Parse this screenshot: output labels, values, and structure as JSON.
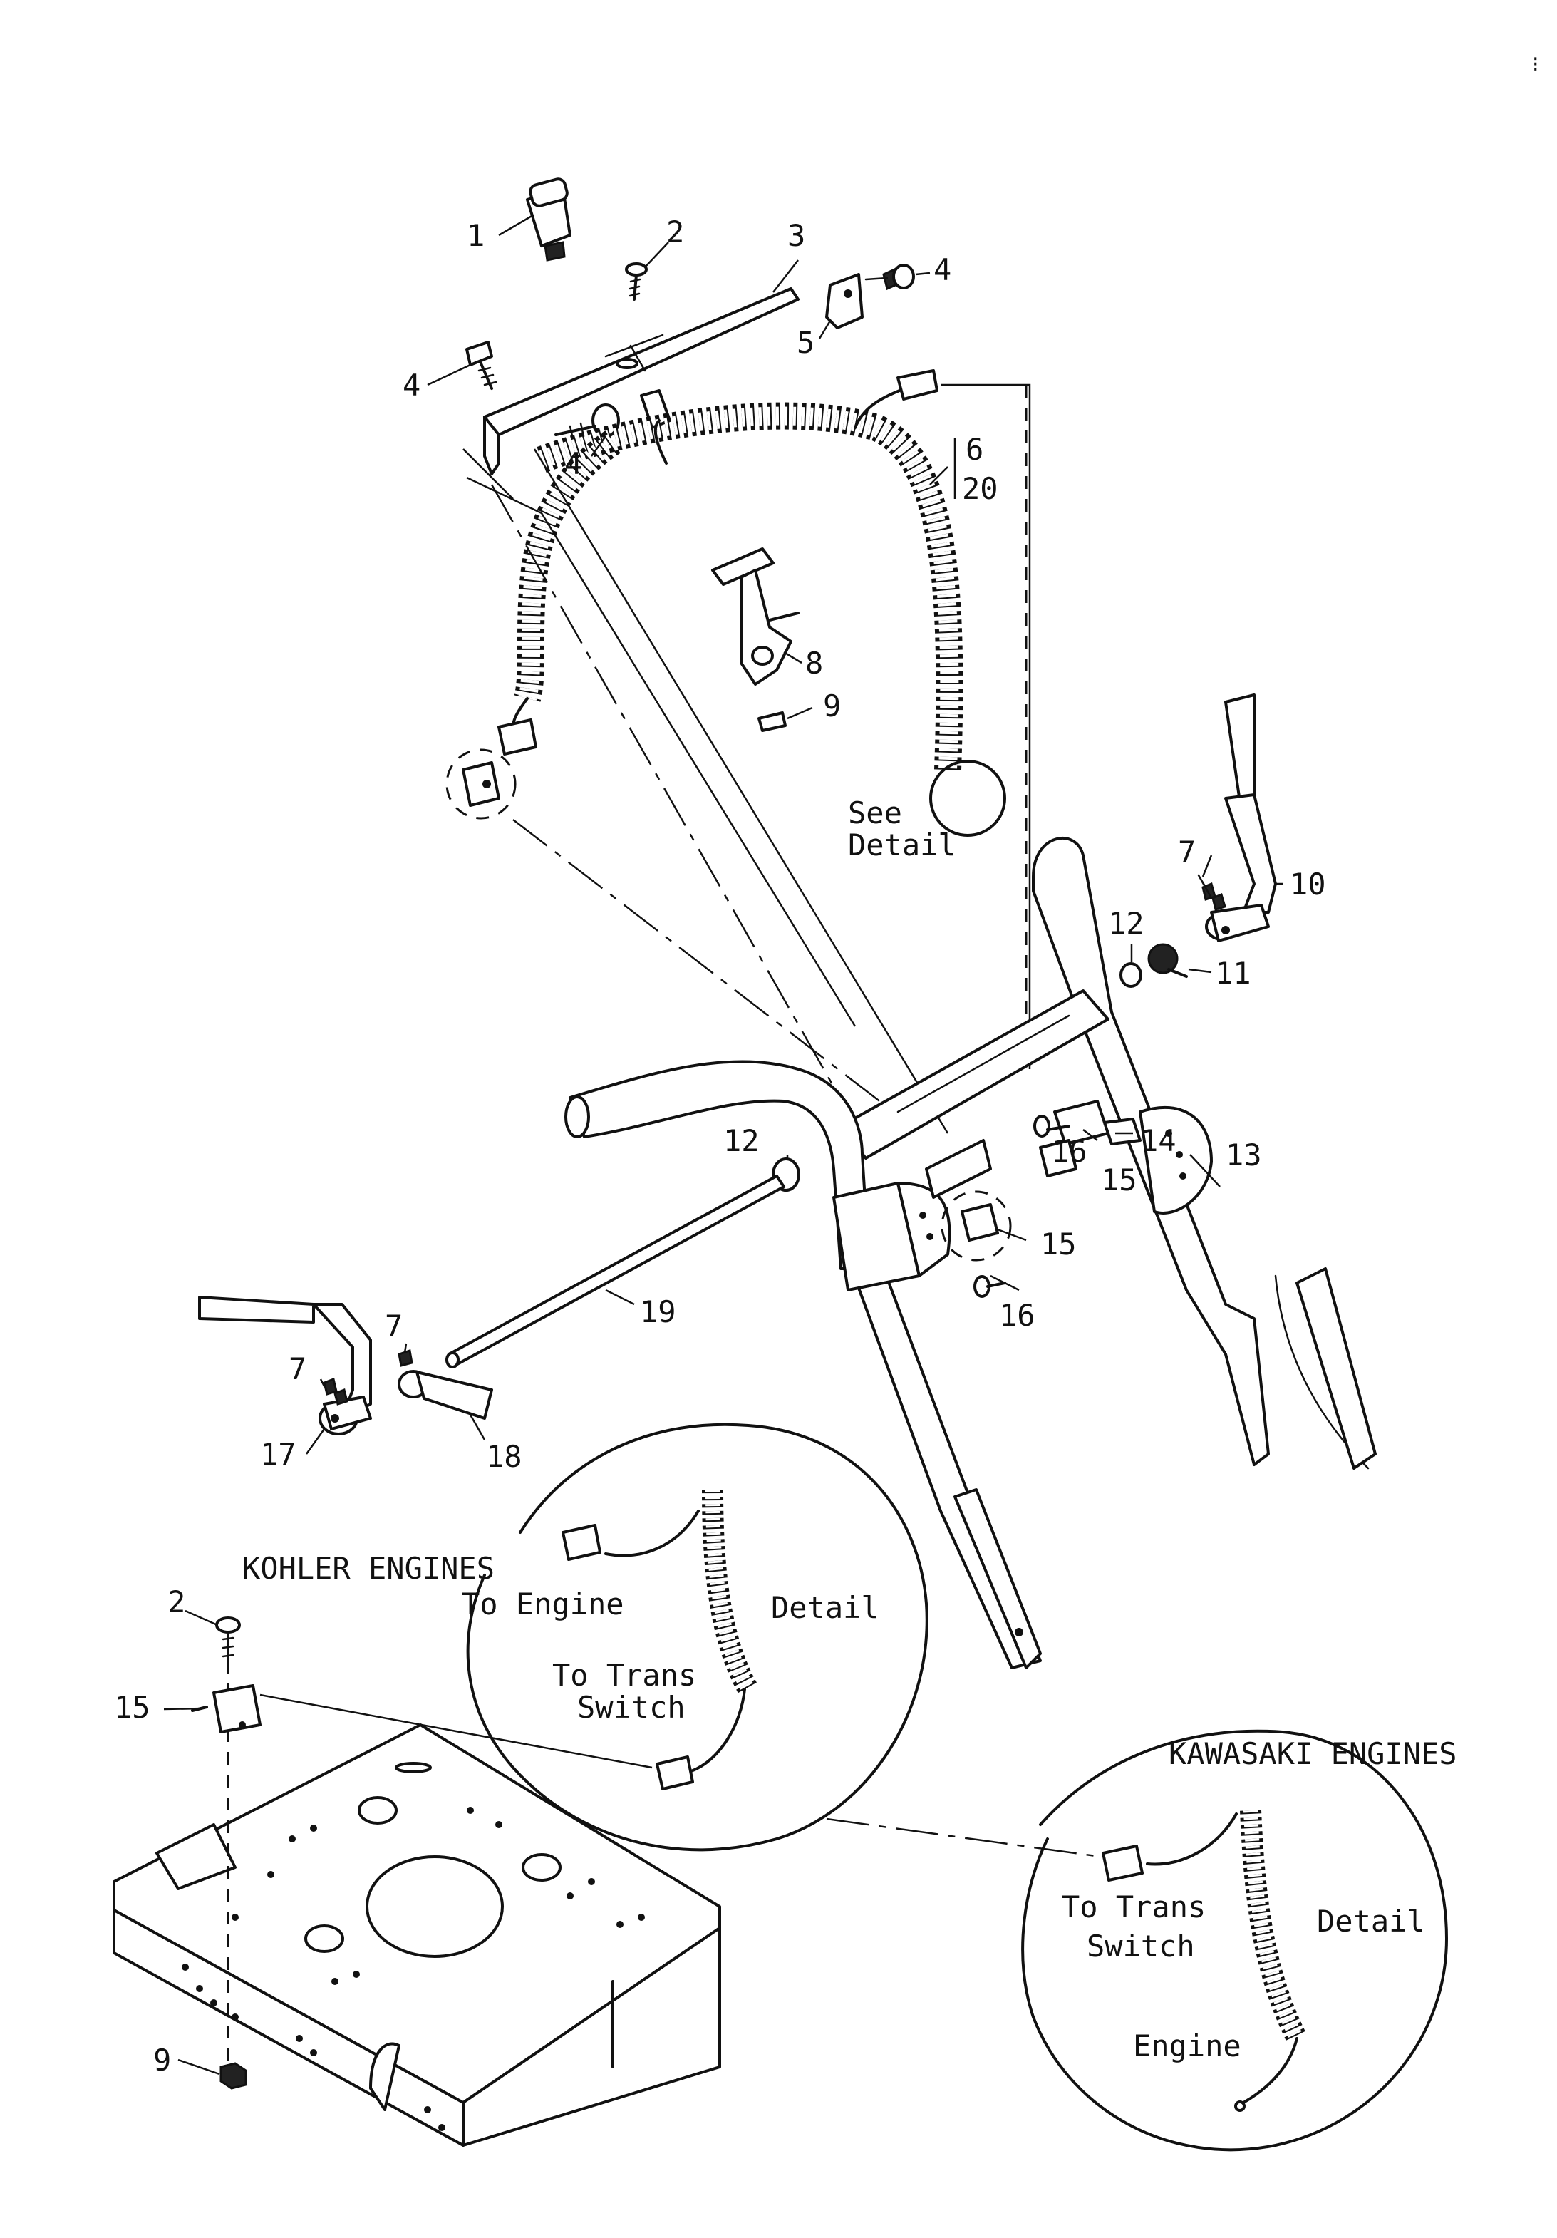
{
  "corner_mark": "⁝",
  "callouts": {
    "c1": "1",
    "c2a": "2",
    "c3": "3",
    "c4a": "4",
    "c4b": "4",
    "c4c": "4",
    "c5": "5",
    "c6": "6",
    "c20": "20",
    "c7a": "7",
    "c7b": "7",
    "c7c": "7",
    "c8": "8",
    "c9a": "9",
    "c10": "10",
    "c11": "11",
    "c12a": "12",
    "c12b": "12",
    "c13": "13",
    "c14": "14",
    "c15a": "15",
    "c15b": "15",
    "c15c": "15",
    "c16a": "16",
    "c16b": "16",
    "c17": "17",
    "c18": "18",
    "c19": "19",
    "c2b": "2",
    "c9b": "9"
  },
  "texts": {
    "see_detail_line1": "See",
    "see_detail_line2": "Detail",
    "kohler_title": "KOHLER ENGINES",
    "kohler_to_engine": "To Engine",
    "kohler_detail": "Detail",
    "kohler_to_trans_1": "To Trans",
    "kohler_to_trans_2": "Switch",
    "kawasaki_title": "KAWASAKI ENGINES",
    "kawasaki_to_trans_1": "To Trans",
    "kawasaki_to_trans_2": "Switch",
    "kawasaki_detail": "Detail",
    "kawasaki_engine": "Engine"
  }
}
